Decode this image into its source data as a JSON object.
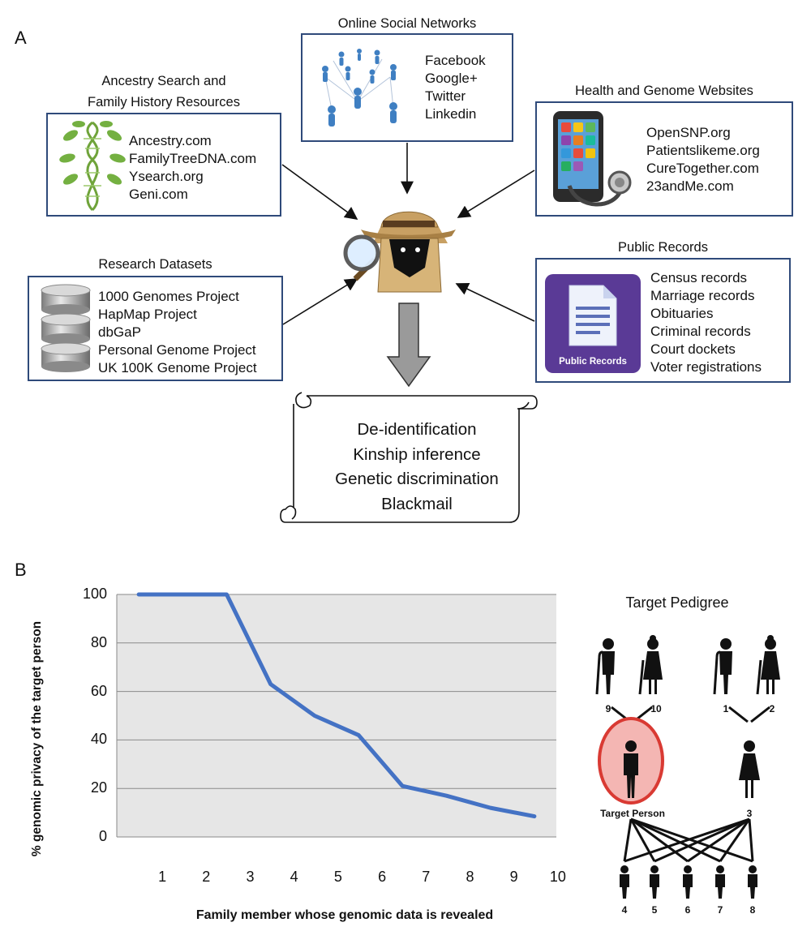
{
  "panel_a": {
    "label": "A",
    "social": {
      "title": "Online Social Networks",
      "items": [
        "Facebook",
        "Google+",
        "Twitter",
        "Linkedin"
      ]
    },
    "ancestry": {
      "title_line1": "Ancestry Search and",
      "title_line2": "Family History Resources",
      "items": [
        "Ancestry.com",
        "FamilyTreeDNA.com",
        "Ysearch.org",
        "Geni.com"
      ]
    },
    "health": {
      "title": "Health and Genome  Websites",
      "items": [
        "OpenSNP.org",
        "Patientslikeme.org",
        "CureTogether.com",
        "23andMe.com"
      ]
    },
    "research": {
      "title": "Research Datasets",
      "items": [
        "1000 Genomes Project",
        "HapMap Project",
        "dbGaP",
        "Personal Genome Project",
        "UK 100K Genome Project"
      ]
    },
    "public": {
      "title": "Public Records",
      "icon_caption": "Public Records",
      "items": [
        "Census records",
        "Marriage records",
        "Obituaries",
        "Criminal records",
        "Court dockets",
        "Voter registrations"
      ]
    },
    "outcomes": [
      "De-identification",
      "Kinship inference",
      "Genetic discrimination",
      "Blackmail"
    ]
  },
  "panel_b": {
    "label": "B",
    "pedigree_title": "Target Pedigree",
    "target_label": "Target Person",
    "pedigree_numbers": [
      "9",
      "10",
      "1",
      "2",
      "3",
      "4",
      "5",
      "6",
      "7",
      "8"
    ]
  },
  "chart_data": {
    "type": "line",
    "x": [
      1,
      2,
      3,
      4,
      5,
      6,
      7,
      8,
      9,
      10
    ],
    "series": [
      {
        "values": [
          100,
          100,
          100,
          63,
          50,
          42,
          21,
          17,
          12,
          8.5
        ],
        "color": "#4472c4"
      }
    ],
    "xlabel": "Family member whose genomic data is revealed",
    "ylabel": "% genomic privacy of the target person",
    "ylim": [
      0,
      100
    ],
    "yticks": [
      "0",
      "20",
      "40",
      "60",
      "80",
      "100"
    ],
    "xticks": [
      "1",
      "2",
      "3",
      "4",
      "5",
      "6",
      "7",
      "8",
      "9",
      "10"
    ],
    "grid": true,
    "background": "#e6e6e6"
  }
}
